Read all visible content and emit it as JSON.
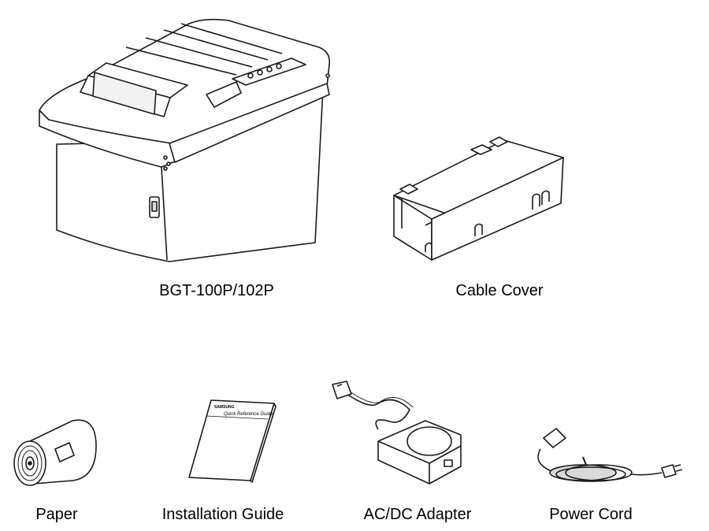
{
  "items": {
    "printer": {
      "label": "BGT-100P/102P",
      "icon": "thermal-printer-illustration"
    },
    "cable_cover": {
      "label": "Cable Cover",
      "icon": "cable-cover-illustration"
    },
    "paper": {
      "label": "Paper",
      "icon": "paper-roll-illustration"
    },
    "guide": {
      "label": "Installation Guide",
      "icon": "booklet-illustration",
      "cover_brand": "SAMSUNG",
      "cover_title": "Quick Reference Guide"
    },
    "adapter": {
      "label": "AC/DC Adapter",
      "icon": "power-adapter-illustration"
    },
    "cord": {
      "label": "Power Cord",
      "icon": "power-cord-illustration"
    }
  },
  "colors": {
    "line": "#1a1a1a",
    "fill": "#ffffff",
    "shade": "#d9d9d9"
  }
}
